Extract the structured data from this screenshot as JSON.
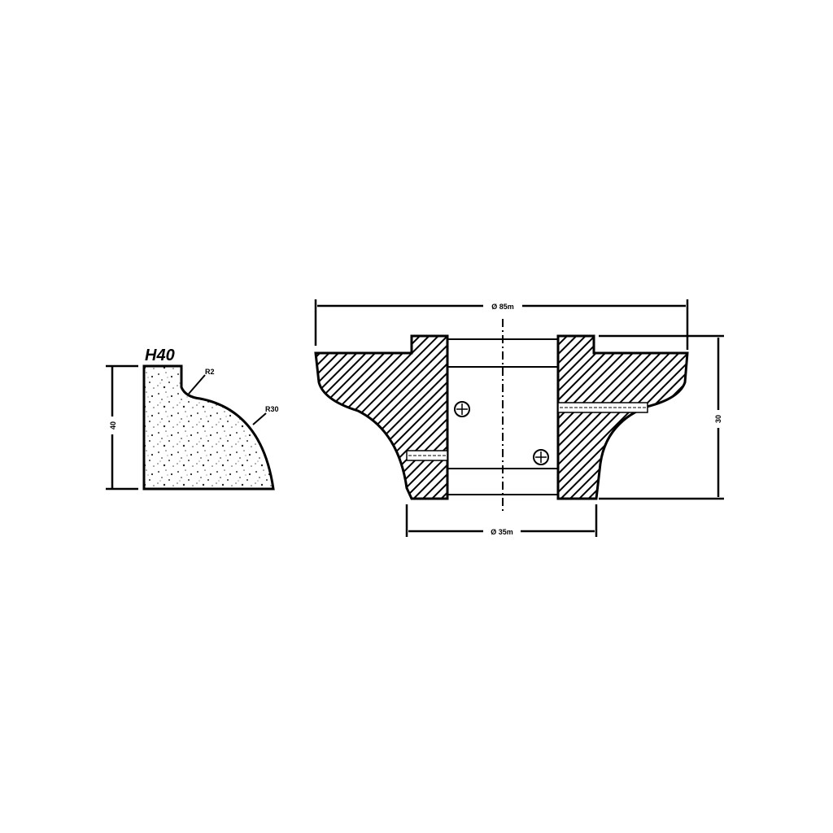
{
  "profile": {
    "title": "H40",
    "height_label": "40",
    "small_radius_label": "R2",
    "large_radius_label": "R30"
  },
  "section": {
    "outer_diameter_label": "Ø 85m",
    "bore_diameter_label": "Ø 35m",
    "height_label": "30"
  },
  "colors": {
    "ink": "#000000",
    "background": "#ffffff"
  }
}
